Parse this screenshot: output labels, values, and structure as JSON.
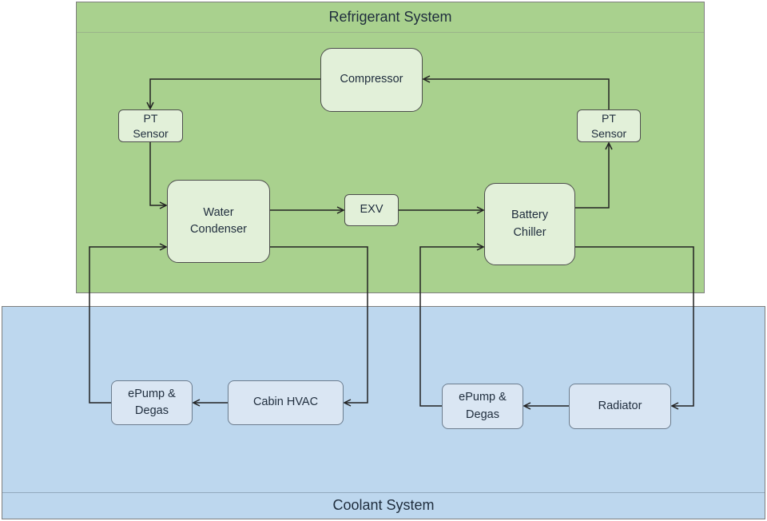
{
  "regions": {
    "refrigerant": {
      "title": "Refrigerant System",
      "color": "#a9d18e"
    },
    "coolant": {
      "title": "Coolant System",
      "color": "#bdd7ee"
    }
  },
  "nodes": {
    "compressor": "Compressor",
    "pt_sensor_left": "PT\nSensor",
    "pt_sensor_right": "PT\nSensor",
    "water_condenser": "Water\nCondenser",
    "exv": "EXV",
    "battery_chiller": "Battery\nChiller",
    "epump_degas_left": "ePump &\nDegas",
    "cabin_hvac": "Cabin HVAC",
    "epump_degas_right": "ePump &\nDegas",
    "radiator": "Radiator"
  },
  "colors": {
    "node_green_fill": "#e2f0d9",
    "node_blue_fill": "#dae6f3",
    "line": "#222222"
  }
}
